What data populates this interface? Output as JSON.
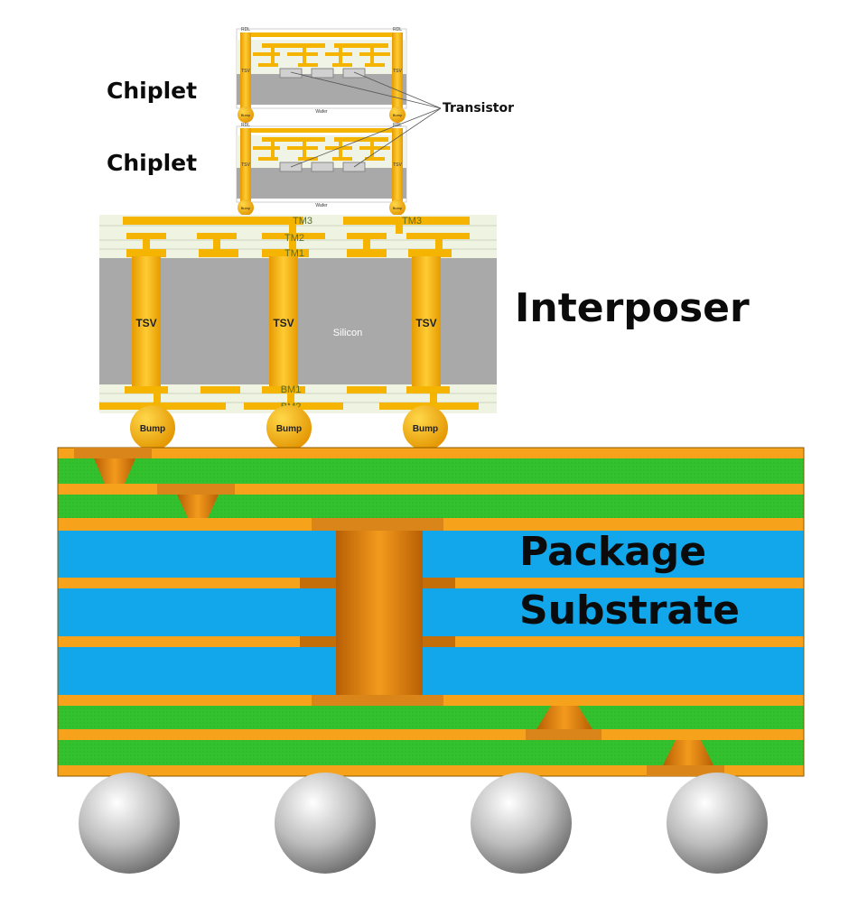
{
  "labels": {
    "chiplet_top": "Chiplet",
    "chiplet_bottom": "Chiplet",
    "transistor": "Transistor",
    "interposer": "Interposer",
    "package": "Package",
    "substrate": "Substrate"
  },
  "chiplet": {
    "rdl": "RDL",
    "tsv": "TSV",
    "bump": "Bump",
    "wafer": "Wafer"
  },
  "interposer": {
    "layers": [
      "TM3",
      "TM2",
      "TM1",
      "BM1",
      "BM2"
    ],
    "tsv_label": "TSV",
    "silicon_label": "Silicon",
    "bump_label": "Bump"
  },
  "colors": {
    "copper": "#f5b400",
    "copper_dark": "#d08a00",
    "silicon": "#a9a9a9",
    "dielectric": "#eef3e2",
    "substrate_orange": "#f7a21b",
    "substrate_green": "#33c22e",
    "substrate_blue": "#12a6ea",
    "via_brown": "#c8700c",
    "solder_ball": "#bdbdbd"
  }
}
